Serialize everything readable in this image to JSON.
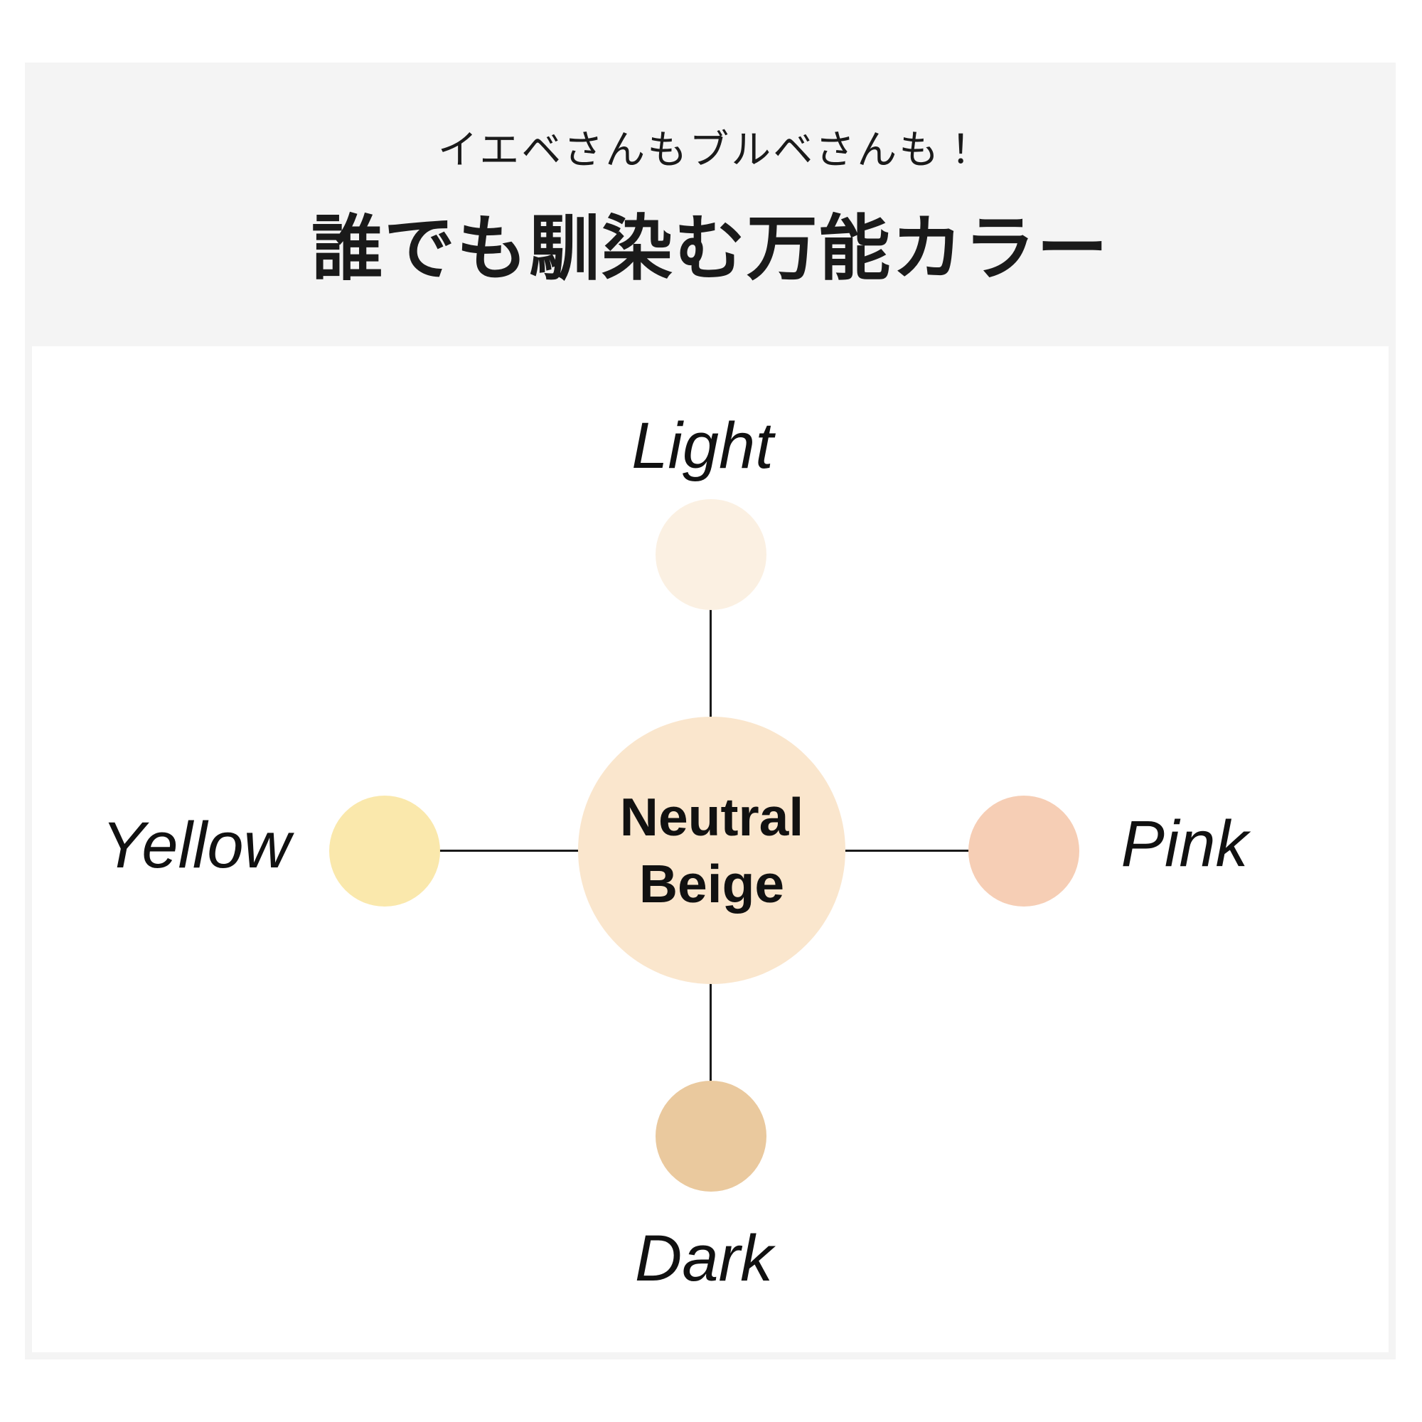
{
  "header": {
    "subtitle": "イエベさんもブルベさんも！",
    "title": "誰でも馴染む万能カラー"
  },
  "diagram": {
    "center_node": {
      "label_line1": "Neutral",
      "label_line2": "Beige",
      "color": "#FAE6CD"
    },
    "top_node": {
      "label": "Light",
      "color": "#FBF0E2"
    },
    "left_node": {
      "label": "Yellow",
      "color": "#FAE8AC"
    },
    "right_node": {
      "label": "Pink",
      "color": "#F6CEB5"
    },
    "bottom_node": {
      "label": "Dark",
      "color": "#EAC99E"
    },
    "connector_color": "#1a1a1a"
  },
  "colors": {
    "page_background": "#FFFFFF",
    "header_background": "#F4F4F4",
    "panel_border": "#F4F4F4",
    "text": "#111111"
  }
}
